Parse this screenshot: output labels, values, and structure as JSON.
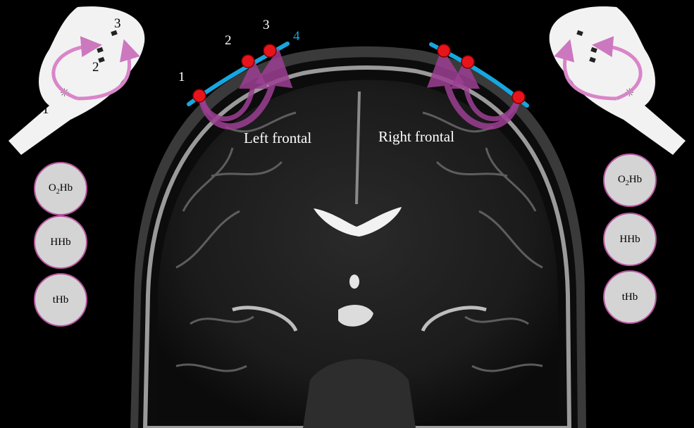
{
  "labels": {
    "left_region": "Left frontal",
    "right_region": "Right frontal"
  },
  "optode_numbers": {
    "n1": "1",
    "n2": "2",
    "n3": "3",
    "n4": "4"
  },
  "probe_numbers": {
    "p1": "1",
    "p2": "2",
    "p3": "3"
  },
  "left_panel": {
    "circles": [
      {
        "main": "O",
        "sub": "2",
        "rest": "Hb"
      },
      {
        "main": "HHb",
        "sub": "",
        "rest": ""
      },
      {
        "main": "tHb",
        "sub": "",
        "rest": ""
      }
    ]
  },
  "right_panel": {
    "circles": [
      {
        "main": "O",
        "sub": "2",
        "rest": "Hb"
      },
      {
        "main": "HHb",
        "sub": "",
        "rest": ""
      },
      {
        "main": "tHb",
        "sub": "",
        "rest": ""
      }
    ]
  },
  "colors": {
    "optode_red": "#e8141c",
    "probe_line_blue": "#16a7e0",
    "arrow_purple": "#9c3f92",
    "circle_fill": "#d4d4d4",
    "circle_border": "#b9559f"
  }
}
